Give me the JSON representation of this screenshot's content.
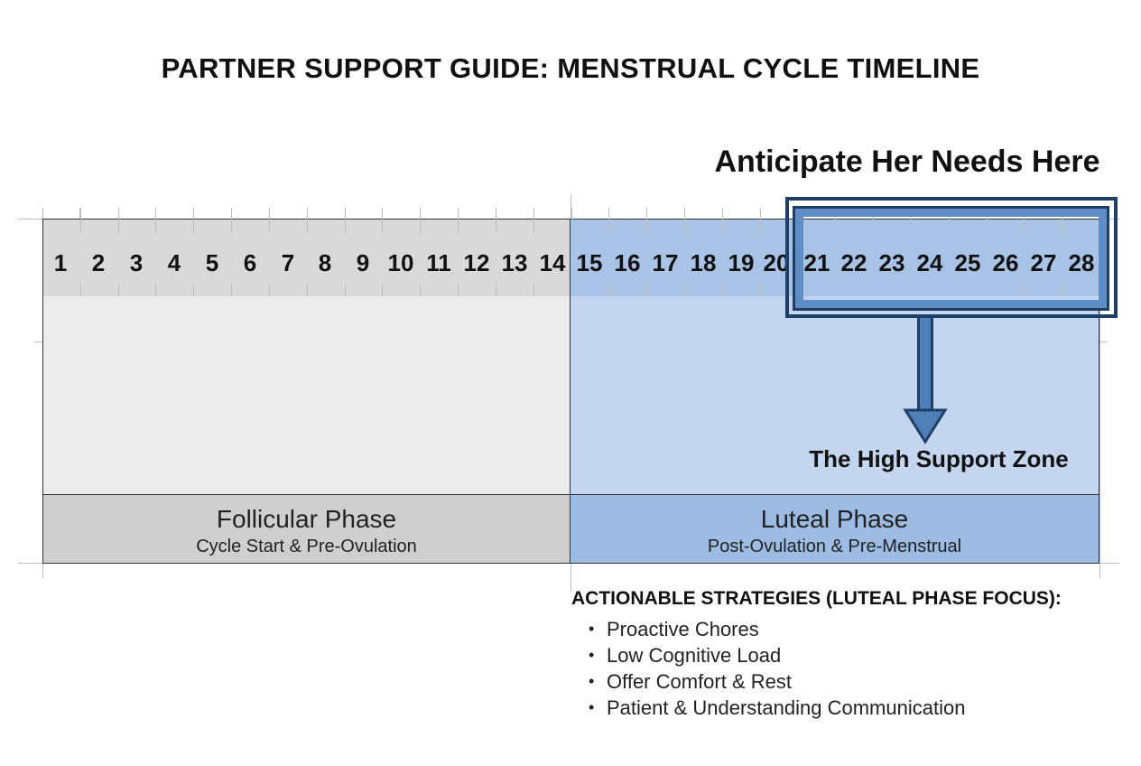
{
  "title": "PARTNER SUPPORT GUIDE: MENSTRUAL CYCLE TIMELINE",
  "callout": "Anticipate Her Needs Here",
  "days": [
    "1",
    "2",
    "3",
    "4",
    "5",
    "6",
    "7",
    "8",
    "9",
    "10",
    "11",
    "12",
    "13",
    "14",
    "15",
    "16",
    "17",
    "18",
    "19",
    "20",
    "21",
    "22",
    "23",
    "24",
    "25",
    "26",
    "27",
    "28"
  ],
  "phases": {
    "follicular": {
      "name": "Follicular Phase",
      "subtitle": "Cycle Start & Pre-Ovulation"
    },
    "luteal": {
      "name": "Luteal Phase",
      "subtitle": "Post-Ovulation & Pre-Menstrual"
    }
  },
  "zone_label": "The High Support Zone",
  "strategies": {
    "title": "ACTIONABLE STRATEGIES (LUTEAL PHASE FOCUS):",
    "items": [
      "Proactive Chores",
      "Low Cognitive Load",
      "Offer Comfort & Rest",
      "Patient & Understanding Communication"
    ]
  },
  "colors": {
    "follicular": "#d9d9d9",
    "luteal": "#a9c3e6",
    "highlight": "#5f8ec7",
    "outline": "#1f3f66"
  }
}
